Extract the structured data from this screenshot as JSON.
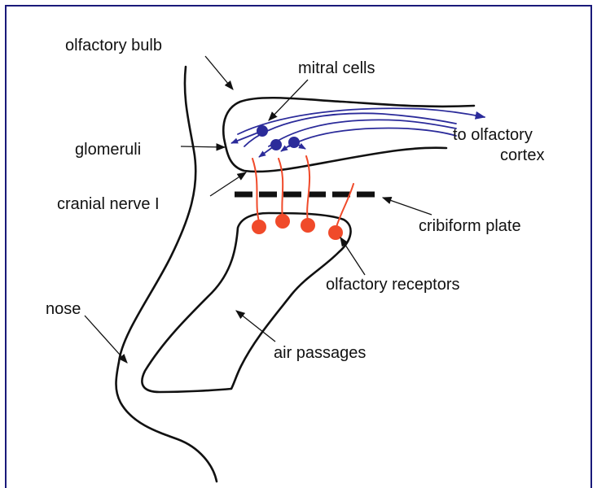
{
  "labels": {
    "olfactory_bulb": "olfactory bulb",
    "mitral_cells": "mitral cells",
    "to_olfactory": "to olfactory",
    "cortex": "cortex",
    "glomeruli": "glomeruli",
    "cranial_nerve": "cranial nerve I",
    "cribiform_plate": "cribiform plate",
    "olfactory_receptors": "olfactory receptors",
    "nose": "nose",
    "air_passages": "air passages"
  },
  "colors": {
    "outline": "#111111",
    "mitral_cell": "#2b2b9a",
    "receptor": "#f04a2a",
    "frame_border": "#1a1a7a",
    "plate": "#111111"
  }
}
